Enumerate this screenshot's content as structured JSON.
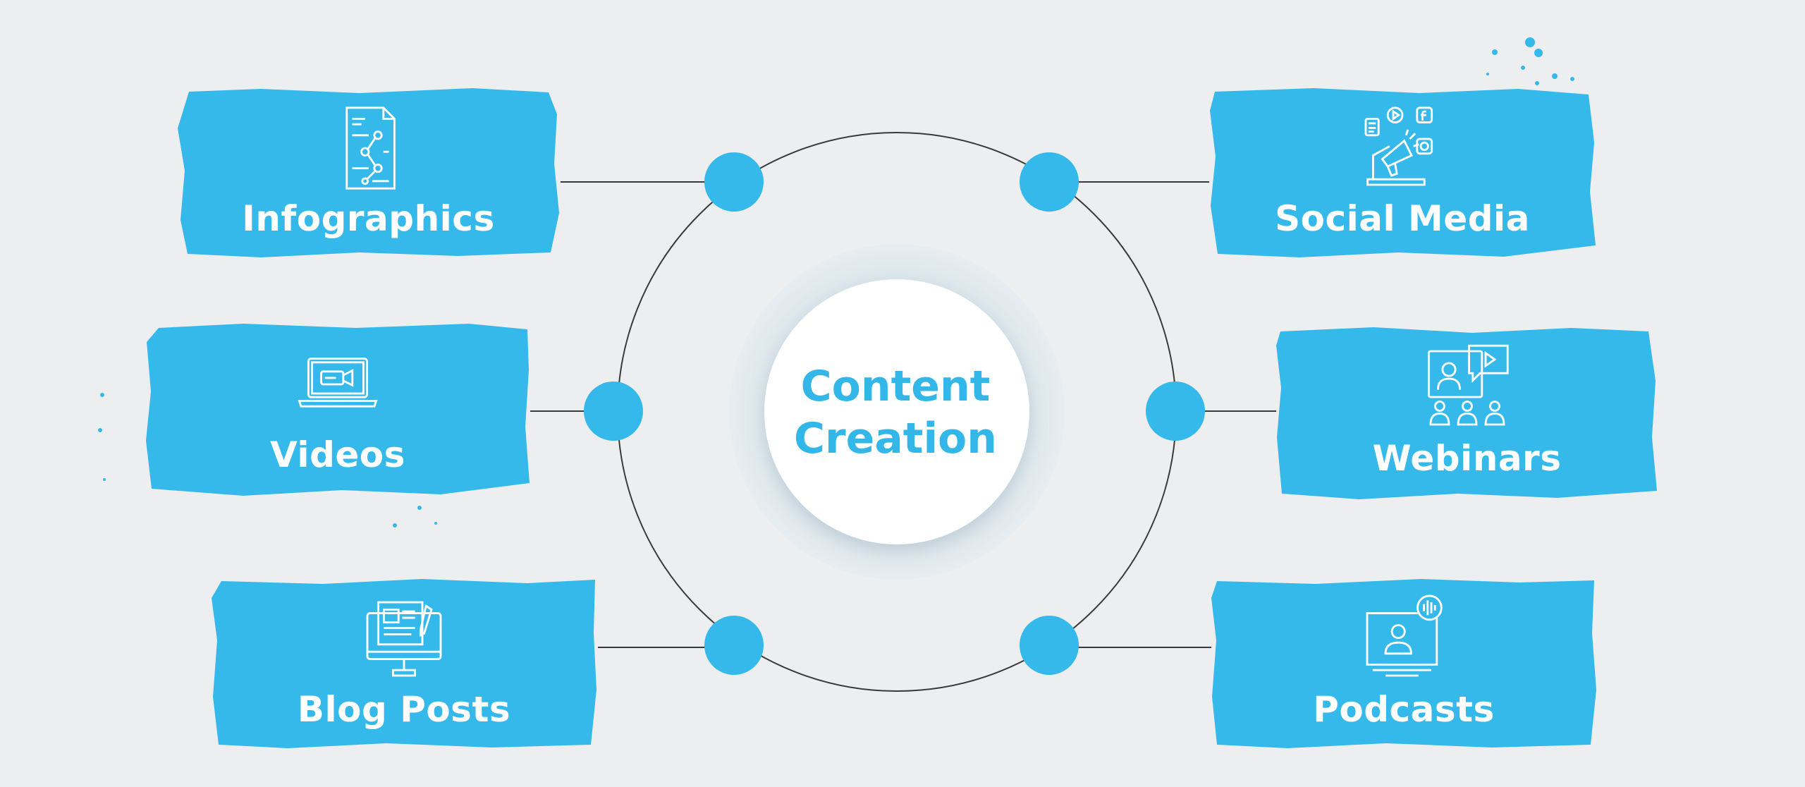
{
  "diagram": {
    "center": {
      "line1": "Content",
      "line2": "Creation"
    },
    "accent_color": "#35b9ea",
    "background_color": "#edeef0",
    "items": [
      {
        "label": "Infographics",
        "icon": "infographic-document-icon"
      },
      {
        "label": "Videos",
        "icon": "video-laptop-icon"
      },
      {
        "label": "Blog Posts",
        "icon": "blog-monitor-icon"
      },
      {
        "label": "Social Media",
        "icon": "social-media-megaphone-icon"
      },
      {
        "label": "Webinars",
        "icon": "webinar-presentation-icon"
      },
      {
        "label": "Podcasts",
        "icon": "podcast-screen-icon"
      }
    ]
  }
}
